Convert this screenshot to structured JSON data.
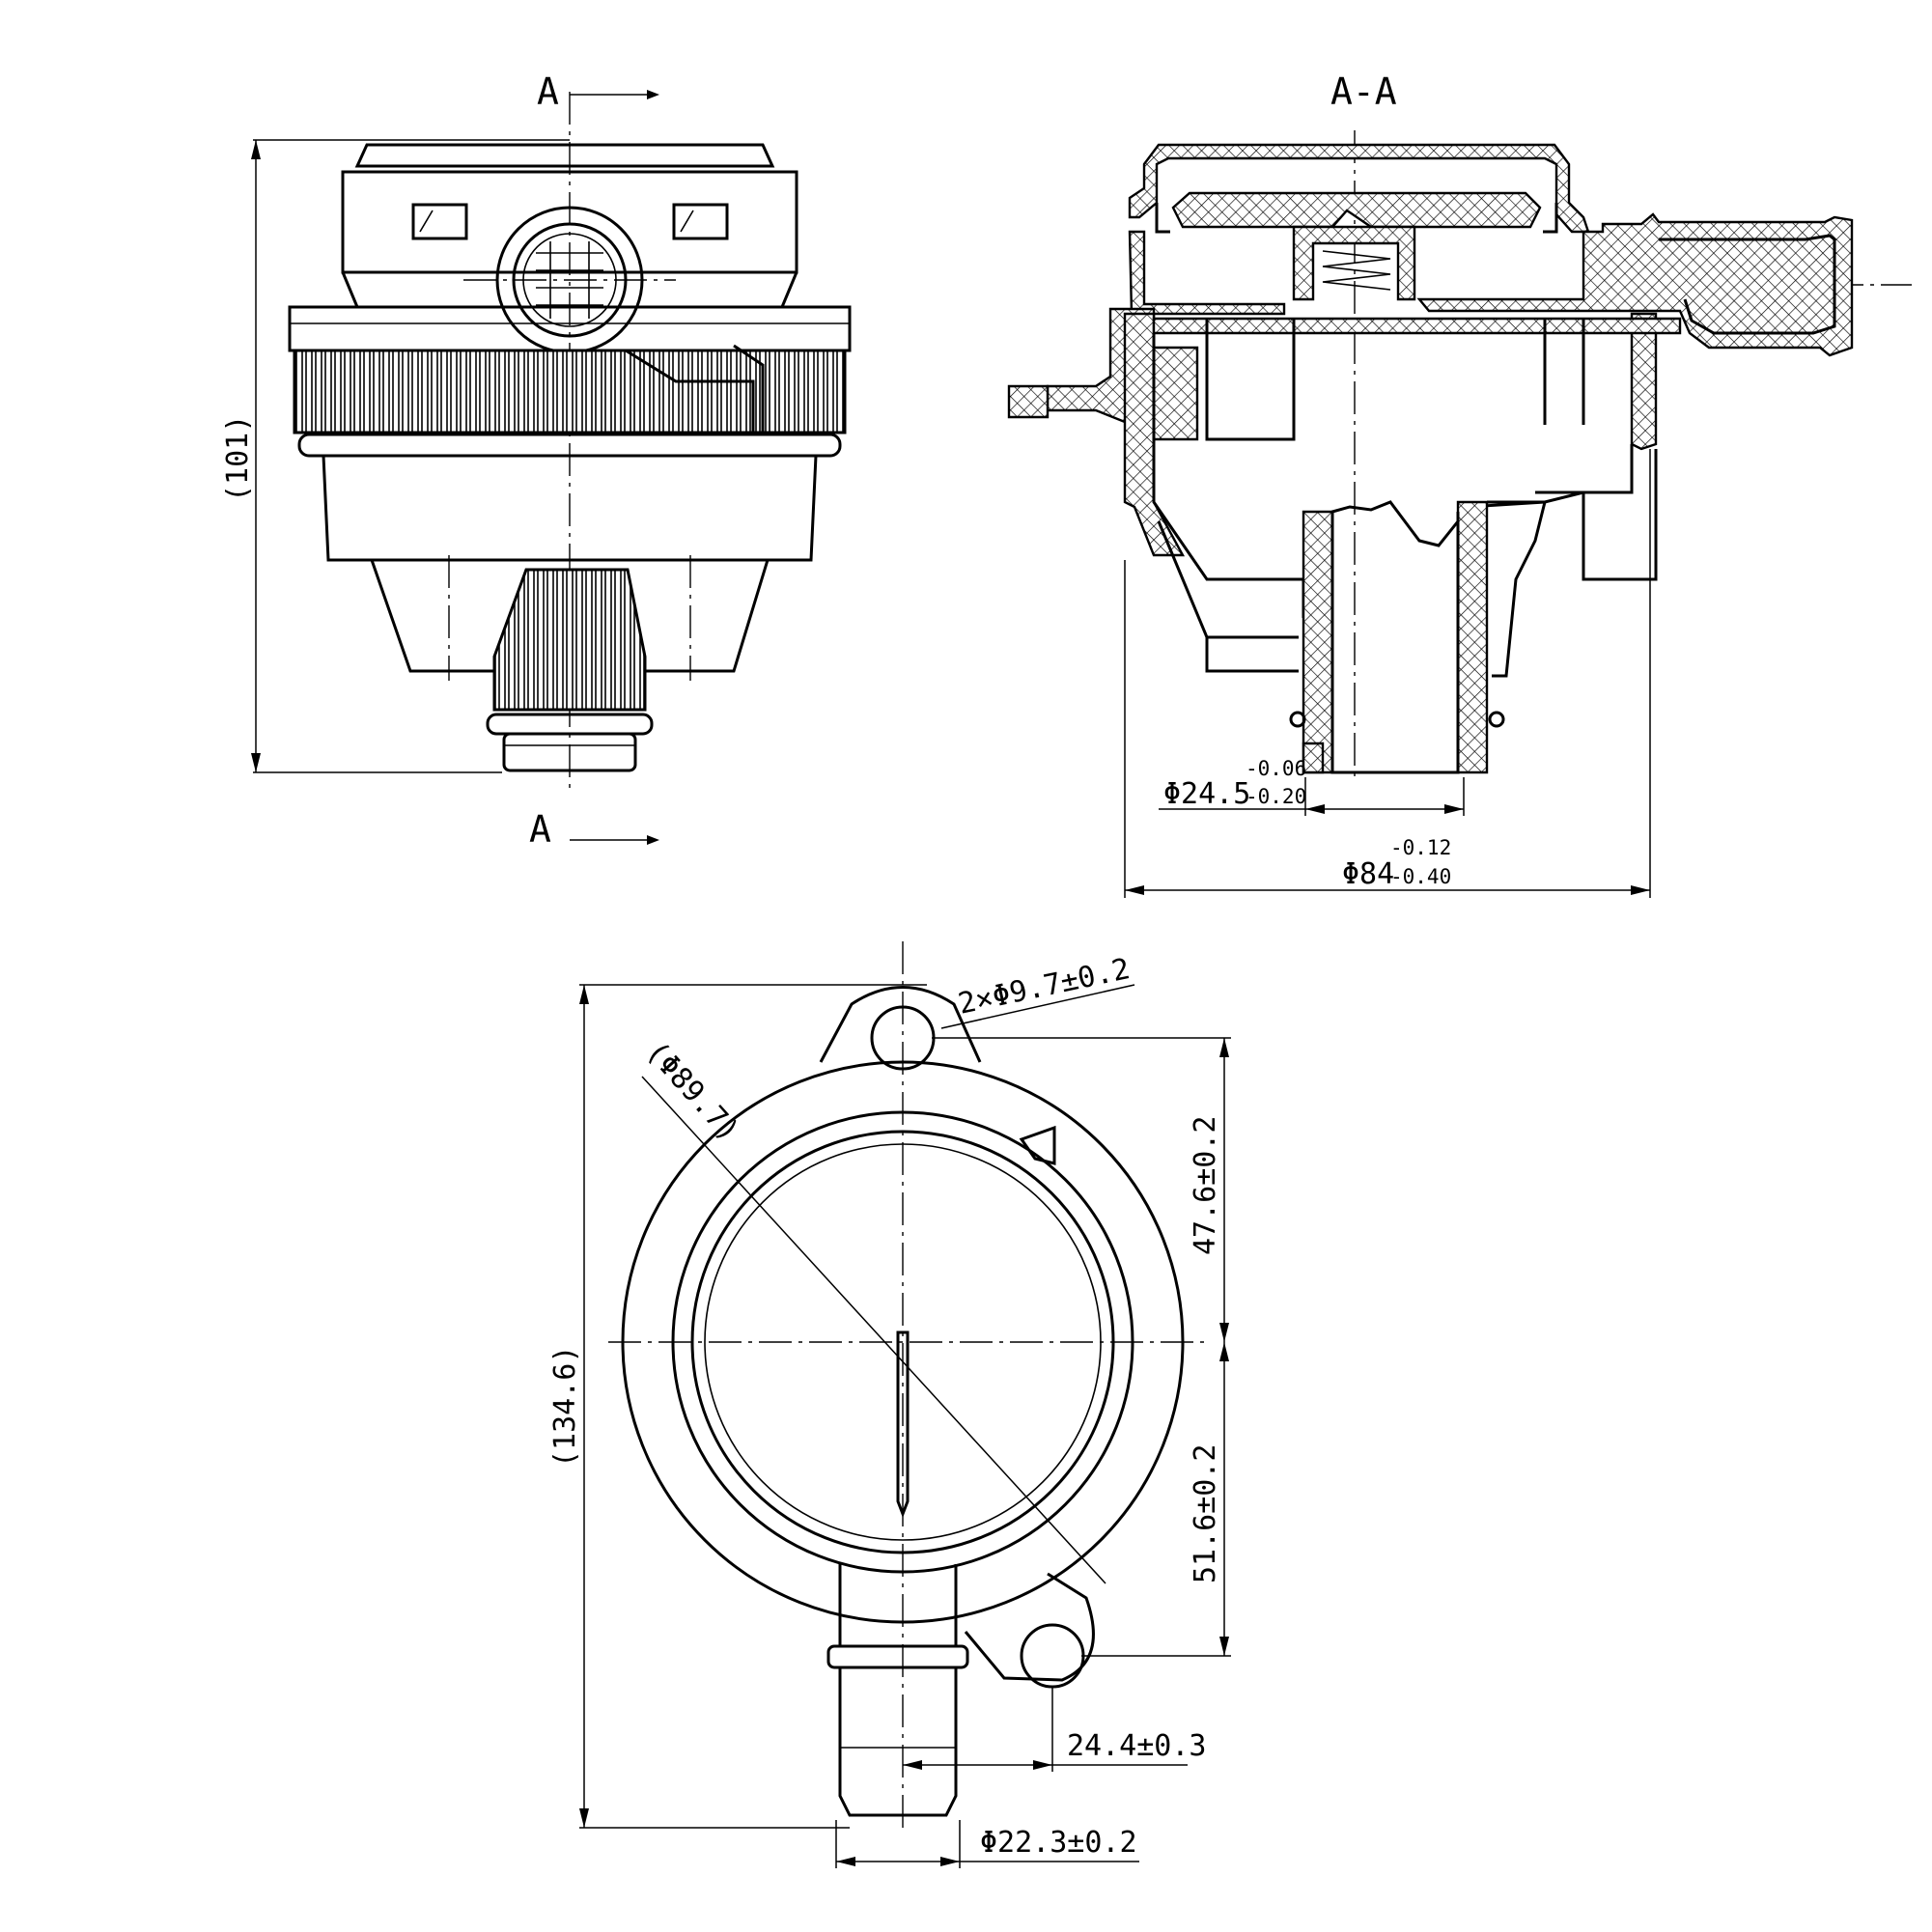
{
  "views": {
    "front": {
      "section_mark_top": "A",
      "section_mark_bottom": "A",
      "height_dim": "(101)"
    },
    "section": {
      "title": "A-A",
      "dim_outlet": {
        "prefix": "Φ24.5",
        "upper": "-0.06",
        "lower": "-0.20"
      },
      "dim_body": {
        "prefix": "Φ84",
        "upper": "-0.12",
        "lower": "-0.40"
      }
    },
    "plan": {
      "dim_holes": "2×Φ9.7±0.2",
      "dim_outer": "(Φ89.7)",
      "dim_total": "(134.6)",
      "dim_upper": "47.6±0.2",
      "dim_lower": "51.6±0.2",
      "dim_offset": "24.4±0.3",
      "dim_pipe": "Φ22.3±0.2"
    }
  }
}
